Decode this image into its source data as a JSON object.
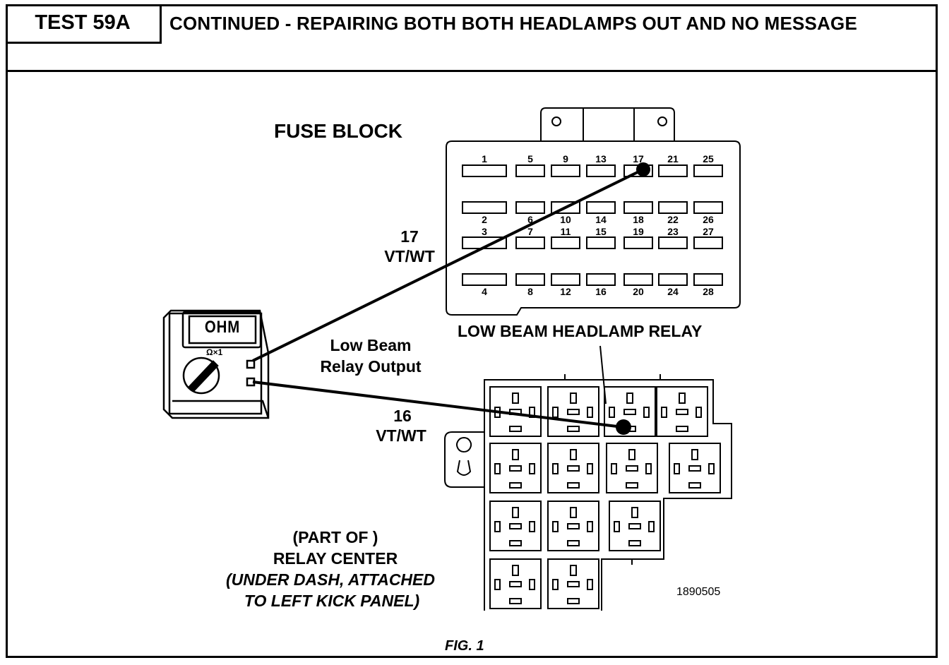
{
  "header": {
    "test_id": "TEST 59A",
    "title": "CONTINUED - REPAIRING BOTH BOTH HEADLAMPS OUT AND NO MESSAGE"
  },
  "diagram": {
    "fuse_block_label": "FUSE BLOCK",
    "fuse_numbers": [
      "1",
      "5",
      "9",
      "13",
      "17",
      "21",
      "25",
      "2",
      "6",
      "10",
      "14",
      "18",
      "22",
      "26",
      "3",
      "7",
      "11",
      "15",
      "19",
      "23",
      "27",
      "4",
      "8",
      "12",
      "16",
      "20",
      "24",
      "28"
    ],
    "meter_display": "OHM",
    "meter_range": "Ω×1",
    "wire_top_circuit": "17",
    "wire_top_color": "VT/WT",
    "wire_bottom_circuit": "16",
    "wire_bottom_color": "VT/WT",
    "relay_output_line1": "Low Beam",
    "relay_output_line2": "Relay Output",
    "relay_label": "LOW BEAM HEADLAMP RELAY",
    "relay_center_line1": "(PART OF )",
    "relay_center_line2": "RELAY CENTER",
    "relay_center_line3": "(UNDER DASH, ATTACHED",
    "relay_center_line4": "TO LEFT KICK PANEL)",
    "figure_code": "1890505",
    "figure_label": "FIG. 1"
  }
}
